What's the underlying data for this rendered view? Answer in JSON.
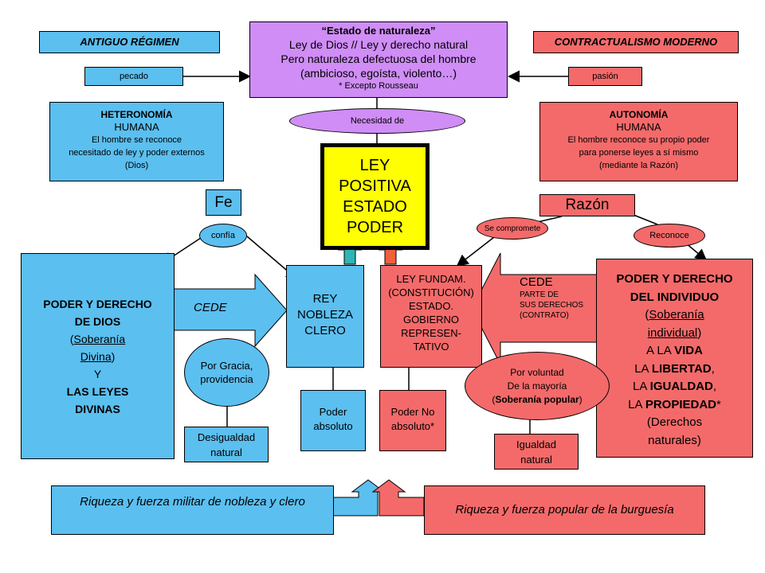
{
  "top_left_label": "ANTIGUO RÉGIMEN",
  "top_right_label": "CONTRACTUALISMO MODERNO",
  "estado": {
    "title": "Estado de naturaleza",
    "line1": "Ley de Dios // Ley y derecho natural",
    "line2": "Pero naturaleza defectuosa del hombre",
    "line3": "(ambicioso, egoísta, violento…)",
    "note": "* Excepto Rousseau"
  },
  "pecado": "pecado",
  "pasion": "pasión",
  "necesidad": "Necesidad de",
  "heteronomia": {
    "title": "HETERONOMÍA",
    "sub": "HUMANA",
    "line1": "El hombre se reconoce",
    "line2": "necesitado de ley y poder externos",
    "line3": "(Dios)"
  },
  "autonomia": {
    "title": "AUTONOMÍA",
    "sub": "HUMANA",
    "line1": "El hombre reconoce su propio poder",
    "line2": "para ponerse leyes a sí mismo",
    "line3": "(mediante la Razón)"
  },
  "ley_positiva": [
    "LEY",
    "POSITIVA",
    "ESTADO",
    "PODER"
  ],
  "fe": "Fe",
  "razon": "Razón",
  "confia": "confía",
  "se_compromete": "Se compromete",
  "reconoce": "Reconoce",
  "poder_dios": {
    "l1": "PODER Y DERECHO",
    "l2": "DE DIOS",
    "l3a": "(",
    "l3b": "Soberanía",
    "l4b": "Divina",
    "l4c": ")",
    "l5": "Y",
    "l6": "LAS LEYES",
    "l7": "DIVINAS"
  },
  "cede_left": "CEDE",
  "rey": [
    "REY",
    "NOBLEZA",
    "CLERO"
  ],
  "ley_fundam": [
    "LEY FUNDAM.",
    "(CONSTITUCIÓN)",
    "ESTADO.",
    "GOBIERNO",
    "REPRESEN-",
    "TATIVO"
  ],
  "cede_right": {
    "title": "CEDE",
    "l1": "PARTE DE",
    "l2": "SUS DERECHOS",
    "l3": "(CONTRATO)"
  },
  "poder_individuo": {
    "l1": "PODER Y DERECHO",
    "l2": "DEL INDIVIDUO",
    "l3a": "(",
    "l3b": "Soberanía",
    "l4b": "individual",
    "l4c": ")",
    "l5a": "A LA ",
    "l5b": "VIDA",
    "l6a": "LA ",
    "l6b": "LIBERTAD",
    "l6c": ",",
    "l7a": "LA ",
    "l7b": "IGUALDAD",
    "l7c": ",",
    "l8a": "LA ",
    "l8b": "PROPIEDAD",
    "l8c": "*",
    "l9": "(Derechos",
    "l10": "naturales)"
  },
  "por_gracia": [
    "Por Gracia,",
    "providencia"
  ],
  "por_voluntad": {
    "l1": "Por voluntad",
    "l2": "De la mayoría",
    "l3a": "(",
    "l3b": "Soberanía popular",
    "l3c": ")"
  },
  "desigualdad": [
    "Desigualdad",
    "natural"
  ],
  "igualdad": [
    "Igualdad",
    "natural"
  ],
  "poder_absoluto": [
    "Poder",
    "absoluto"
  ],
  "poder_no_absoluto": [
    "Poder No",
    "absoluto*"
  ],
  "riqueza_nobleza": "Riqueza y fuerza militar de nobleza y clero",
  "riqueza_burguesia": "Riqueza y fuerza popular de la burguesía",
  "colors": {
    "blue": "#5bbff0",
    "red": "#f46a6a",
    "purple": "#cf8df5",
    "yellow": "#ffff00",
    "teal": "#2fb5b5",
    "orange": "#f0603a"
  }
}
